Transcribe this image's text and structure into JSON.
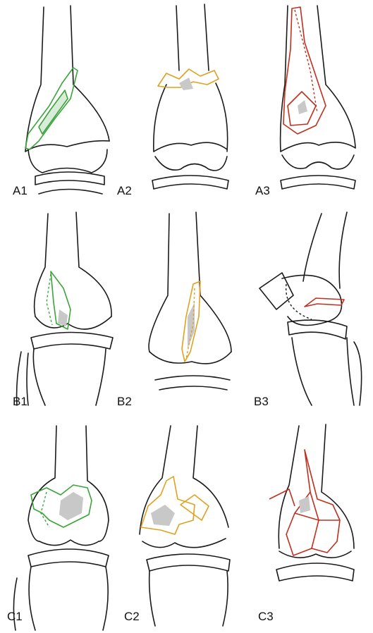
{
  "colors": {
    "type_a": "#3aa53a",
    "type_b": "#e0a020",
    "type_c": "#c0301f",
    "bone_outline": "#1a1a1a",
    "shading": "#c8c8c8"
  },
  "panels": [
    {
      "label": "A1",
      "group": "A"
    },
    {
      "label": "A2",
      "group": "A"
    },
    {
      "label": "A3",
      "group": "A"
    },
    {
      "label": "B1",
      "group": "B"
    },
    {
      "label": "B2",
      "group": "B"
    },
    {
      "label": "B3",
      "group": "B"
    },
    {
      "label": "C1",
      "group": "C"
    },
    {
      "label": "C2",
      "group": "C"
    },
    {
      "label": "C3",
      "group": "C"
    }
  ]
}
